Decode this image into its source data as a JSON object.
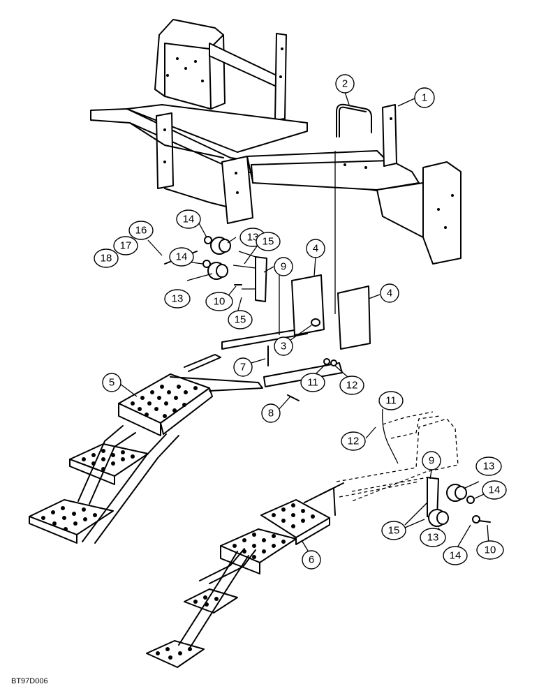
{
  "diagram": {
    "reference_code": "BT97D006",
    "callouts": [
      "1",
      "2",
      "3",
      "4",
      "4",
      "5",
      "6",
      "7",
      "8",
      "9",
      "9",
      "10",
      "10",
      "11",
      "11",
      "12",
      "12",
      "13",
      "13",
      "13",
      "13",
      "14",
      "14",
      "14",
      "14",
      "15",
      "15",
      "15",
      "16",
      "17",
      "18"
    ]
  },
  "colors": {
    "ink": "#000000",
    "paper": "#ffffff"
  }
}
